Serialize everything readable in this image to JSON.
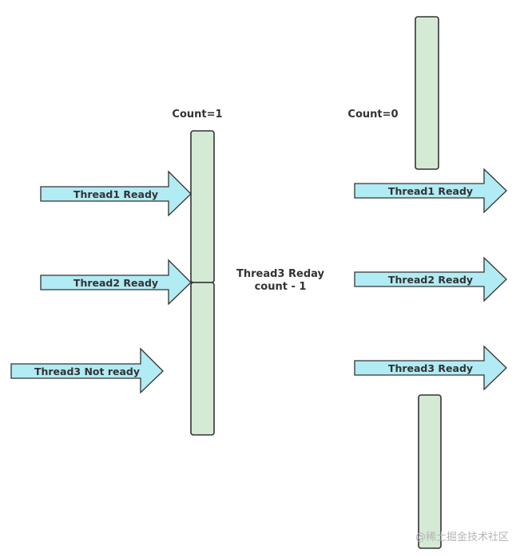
{
  "diagram": {
    "before": {
      "count_label": "Count=1",
      "arrows": [
        {
          "label": "Thread1 Ready"
        },
        {
          "label": "Thread2 Ready"
        },
        {
          "label": "Thread3 Not ready"
        }
      ]
    },
    "transition": {
      "line1": "Thread3 Reday",
      "line2": "count - 1"
    },
    "after": {
      "count_label": "Count=0",
      "arrows": [
        {
          "label": "Thread1 Ready"
        },
        {
          "label": "Thread2 Ready"
        },
        {
          "label": "Thread3 Ready"
        }
      ]
    }
  },
  "colors": {
    "arrow_fill": "#b1ebf4",
    "barrier_fill": "#d5ead5",
    "stroke": "#333333"
  },
  "watermark": "@稀土掘金技术社区"
}
